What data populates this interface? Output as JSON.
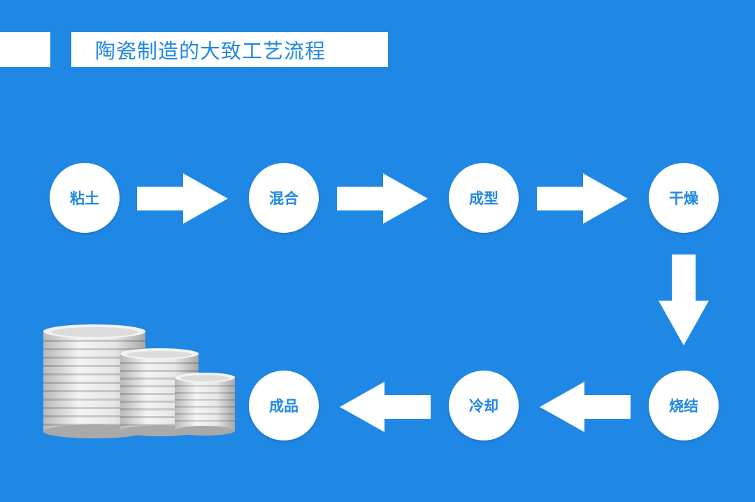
{
  "title": "陶瓷制造的大致工艺流程",
  "steps": [
    "粘土",
    "混合",
    "成型",
    "干燥",
    "烧结",
    "冷却",
    "成品"
  ],
  "colors": {
    "background": "#1f88e5",
    "node_fill": "#ffffff",
    "node_text": "#1f88e5",
    "arrow": "#ffffff"
  },
  "illustration": "ceramic-tubes-image"
}
